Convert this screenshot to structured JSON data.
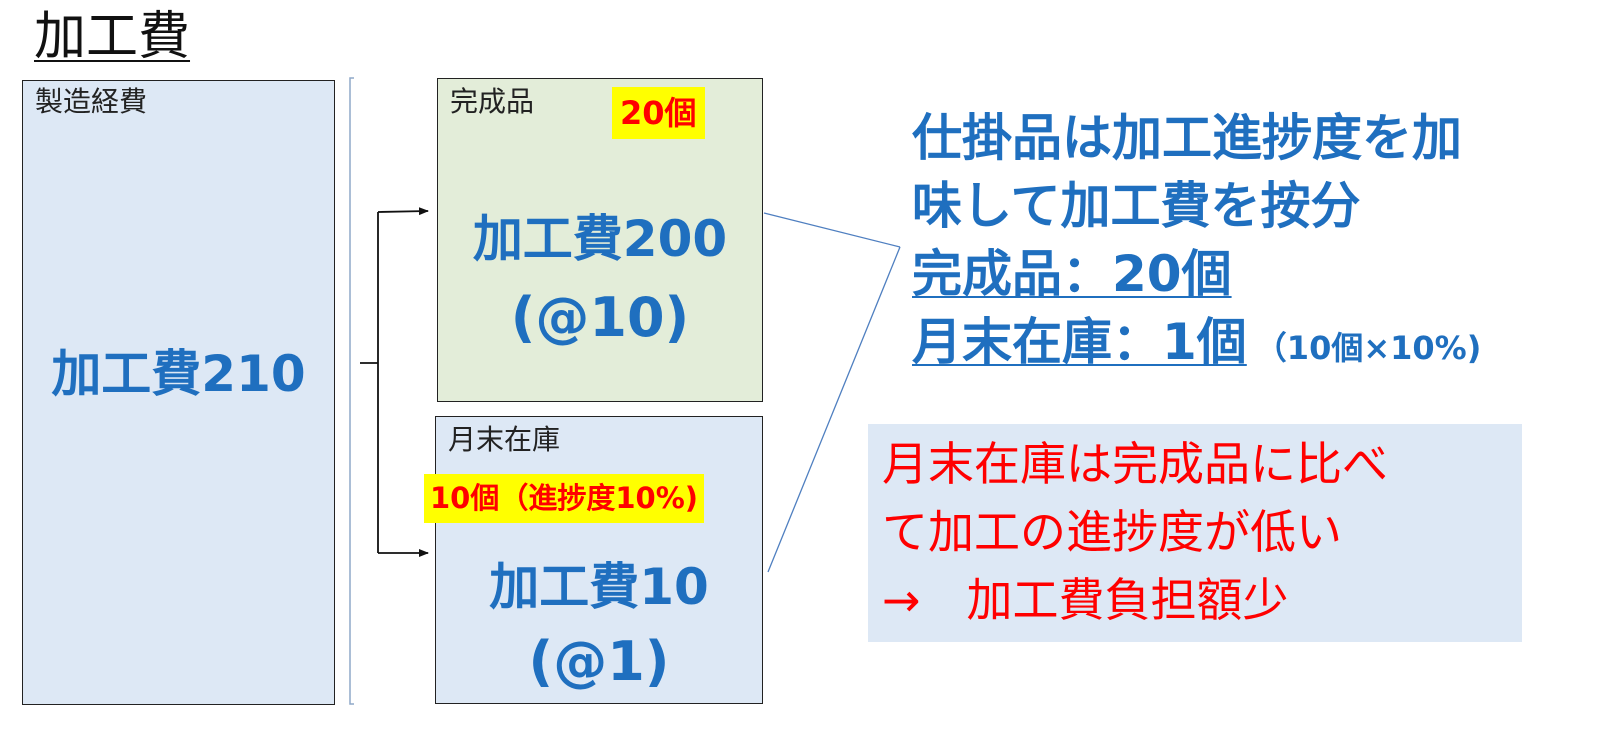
{
  "title": "加工費",
  "source": {
    "label": "製造経費",
    "value": "加工費210"
  },
  "finished": {
    "label": "完成品",
    "count": "20個",
    "value": "加工費200",
    "unit": "(@10)"
  },
  "wip": {
    "label": "月末在庫",
    "count": "10個（進捗度10%)",
    "value": "加工費10",
    "unit": "(@1)"
  },
  "callout": {
    "line1": "仕掛品は加工進捗度を加",
    "line2": "味して加工費を按分",
    "line3": "完成品：20個",
    "line4": "月末在庫：1個",
    "line4_note": "（10個×10%)"
  },
  "note": {
    "line1": "月末在庫は完成品に比べ",
    "line2": "て加工の進捗度が低い",
    "line3": "→　加工費負担額少"
  },
  "colors": {
    "accent_blue": "#1f6fbf",
    "highlight_yellow": "#ffff00",
    "alert_red": "#ff0000",
    "box_blue": "#dde8f5",
    "box_green": "#e3edd9"
  }
}
